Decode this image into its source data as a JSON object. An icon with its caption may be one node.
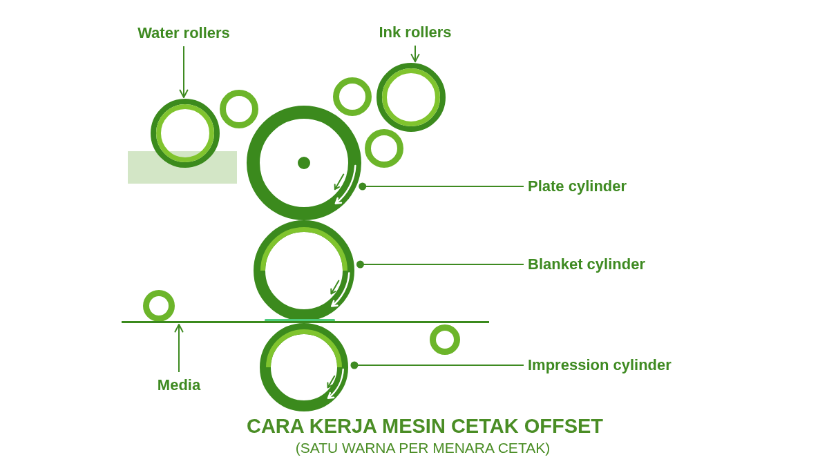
{
  "diagram": {
    "title": "CARA KERJA MESIN CETAK OFFSET",
    "caption": "(SATU WARNA PER MENARA CETAK)",
    "nodes": [
      {
        "text": [
          "Water rollers"
        ]
      },
      {
        "text": [
          "Ink rollers"
        ]
      },
      {
        "text": [],
        "shape": "circle"
      },
      {
        "text": [],
        "shape": "circle"
      },
      {
        "text": [],
        "shape": "circle"
      },
      {
        "text": [],
        "shape": "circle"
      },
      {
        "text": [],
        "shape": "circle"
      },
      {
        "text": [],
        "shape": "box"
      },
      {
        "text": [],
        "shape": "circle"
      },
      {
        "text": [
          "Plate cylinder"
        ]
      },
      {
        "text": [],
        "shape": "circle"
      },
      {
        "text": [
          "Blanket cylinder"
        ]
      },
      {
        "text": [],
        "shape": "circle"
      },
      {
        "text": [],
        "shape": "bar"
      },
      {
        "text": [],
        "shape": "circle"
      },
      {
        "text": [],
        "shape": "circle"
      },
      {
        "text": [
          "Impression cylinder"
        ]
      },
      {
        "text": [
          "Media"
        ]
      }
    ],
    "edges": [
      {
        "from": 0,
        "to": 2,
        "arrow": "to"
      },
      {
        "from": 1,
        "to": 5,
        "arrow": "to"
      },
      {
        "from": 9,
        "to": 8,
        "arrow": "other"
      },
      {
        "from": 11,
        "to": 10,
        "arrow": "other"
      },
      {
        "from": 16,
        "to": 15,
        "arrow": "other"
      },
      {
        "from": 17,
        "to": 13,
        "arrow": "to"
      }
    ]
  }
}
